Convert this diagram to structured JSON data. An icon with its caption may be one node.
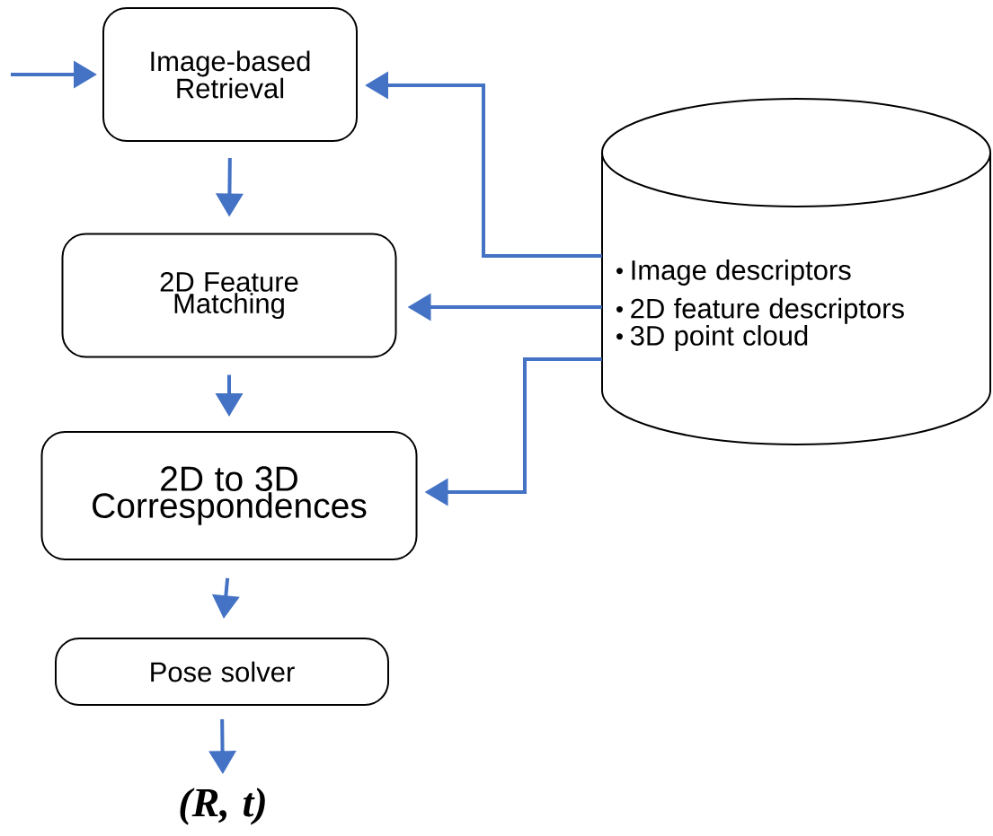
{
  "diagram": {
    "nodes": [
      {
        "text": [
          "Image-based Retrieval"
        ]
      },
      {
        "text": [
          "2D Feature Matching"
        ]
      },
      {
        "text": [
          "2D to 3D Correspondences"
        ]
      },
      {
        "text": [
          "Pose solver"
        ]
      },
      {
        "text": [
          "(R, t)"
        ]
      },
      {
        "text": [
          "Image descriptors",
          "2D feature descriptors",
          "3D point cloud"
        ]
      }
    ],
    "edges": [
      {
        "from": null,
        "to": 0,
        "arrow": "to"
      },
      {
        "from": 0,
        "to": 1,
        "arrow": "to"
      },
      {
        "from": 1,
        "to": 2,
        "arrow": "to"
      },
      {
        "from": 2,
        "to": 3,
        "arrow": "to"
      },
      {
        "from": 3,
        "to": 4,
        "arrow": "to"
      },
      {
        "from": 5,
        "to": 0,
        "arrow": "to"
      },
      {
        "from": 5,
        "to": 1,
        "arrow": "to"
      },
      {
        "from": 5,
        "to": 2,
        "arrow": "to"
      }
    ]
  }
}
